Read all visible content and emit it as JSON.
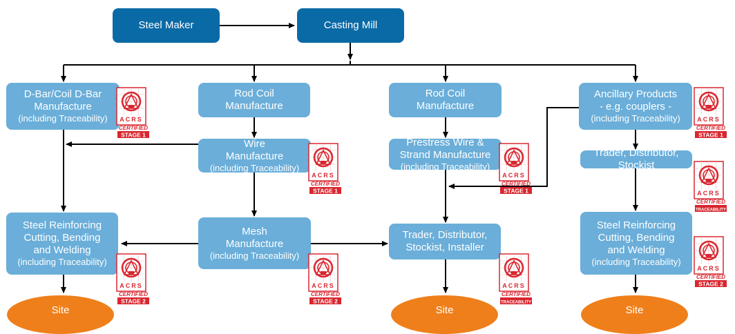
{
  "nodes": {
    "steel_maker": "Steel Maker",
    "casting_mill": "Casting Mill",
    "dbar": [
      "D-Bar/Coil D-Bar",
      "Manufacture",
      "(including Traceability)"
    ],
    "rod_coil_1": [
      "Rod Coil",
      "Manufacture"
    ],
    "rod_coil_2": [
      "Rod Coil",
      "Manufacture"
    ],
    "ancillary": [
      "Ancillary Products",
      "- e.g. couplers -",
      "(including Traceability)"
    ],
    "wire": [
      "Wire",
      "Manufacture",
      "(including Traceability)"
    ],
    "prestress": [
      "Prestress Wire &",
      "Strand Manufacture",
      "(including Traceability)"
    ],
    "trader_right": [
      "Trader, Distributor,",
      "Stockist"
    ],
    "steel_reinf_left": [
      "Steel Reinforcing",
      "Cutting, Bending",
      "and Welding",
      "(including Traceability)"
    ],
    "mesh": [
      "Mesh",
      "Manufacture",
      "(including Traceability)"
    ],
    "trader_center": [
      "Trader, Distributor,",
      "Stockist, Installer"
    ],
    "steel_reinf_right": [
      "Steel Reinforcing",
      "Cutting, Bending",
      "and Welding",
      "(including Traceability)"
    ],
    "site": "Site"
  },
  "badge": {
    "brand": "ACRS",
    "certified": "CERTIFIED",
    "stage1": "STAGE 1",
    "stage2": "STAGE 2",
    "traceability": "TRACEABILITY"
  },
  "colors": {
    "dark_box": "#0a6aa6",
    "light_box": "#6aaed9",
    "site": "#ef7f1a",
    "badge_red": "#d8262f"
  }
}
